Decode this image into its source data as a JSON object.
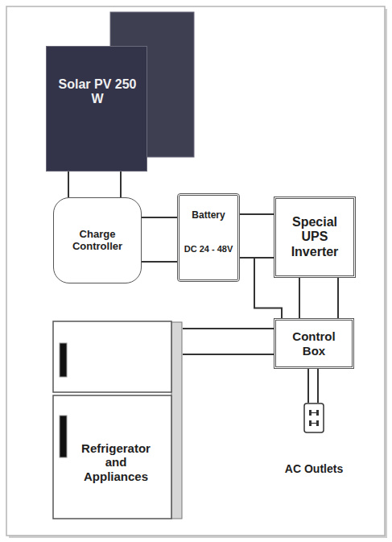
{
  "diagram": {
    "nodes": [
      {
        "text": [
          "Solar PV 250 W"
        ]
      },
      {
        "text": [
          "Charge Controller"
        ]
      },
      {
        "text": [
          "Battery",
          "DC 24 - 48V"
        ]
      },
      {
        "text": [
          "Special UPS Inverter"
        ]
      },
      {
        "text": [
          "Control Box"
        ]
      },
      {
        "text": [
          "Refrigerator and Appliances"
        ]
      },
      {
        "text": [
          "AC Outlets"
        ]
      }
    ],
    "edges": [
      {
        "from": 0,
        "to": 1,
        "arrow": "none"
      },
      {
        "from": 1,
        "to": 2,
        "arrow": "none"
      },
      {
        "from": 2,
        "to": 3,
        "arrow": "none"
      },
      {
        "from": 2,
        "to": 4,
        "arrow": "none"
      },
      {
        "from": 3,
        "to": 4,
        "arrow": "none"
      },
      {
        "from": 4,
        "to": 5,
        "arrow": "none"
      },
      {
        "from": 4,
        "to": 6,
        "arrow": "none"
      }
    ]
  }
}
